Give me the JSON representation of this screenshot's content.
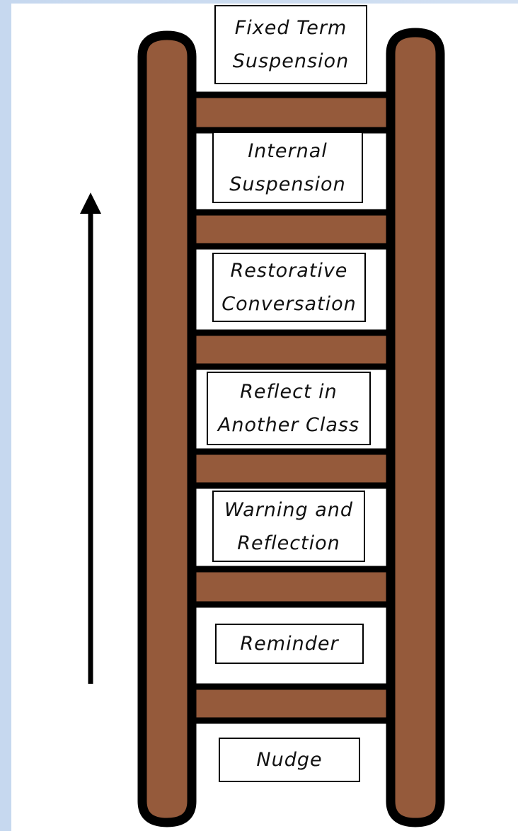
{
  "steps": [
    {
      "label": "Fixed Term\nSuspension"
    },
    {
      "label": "Internal\nSuspension"
    },
    {
      "label": "Restorative\nConversation"
    },
    {
      "label": "Reflect in\nAnother Class"
    },
    {
      "label": "Warning and\nReflection"
    },
    {
      "label": "Reminder"
    },
    {
      "label": "Nudge"
    }
  ],
  "colors": {
    "wood": "#955a3b",
    "outline": "#000000",
    "background": "#c9daf0",
    "canvas": "#ffffff"
  },
  "icons": {
    "arrow": "arrow-up-icon"
  }
}
